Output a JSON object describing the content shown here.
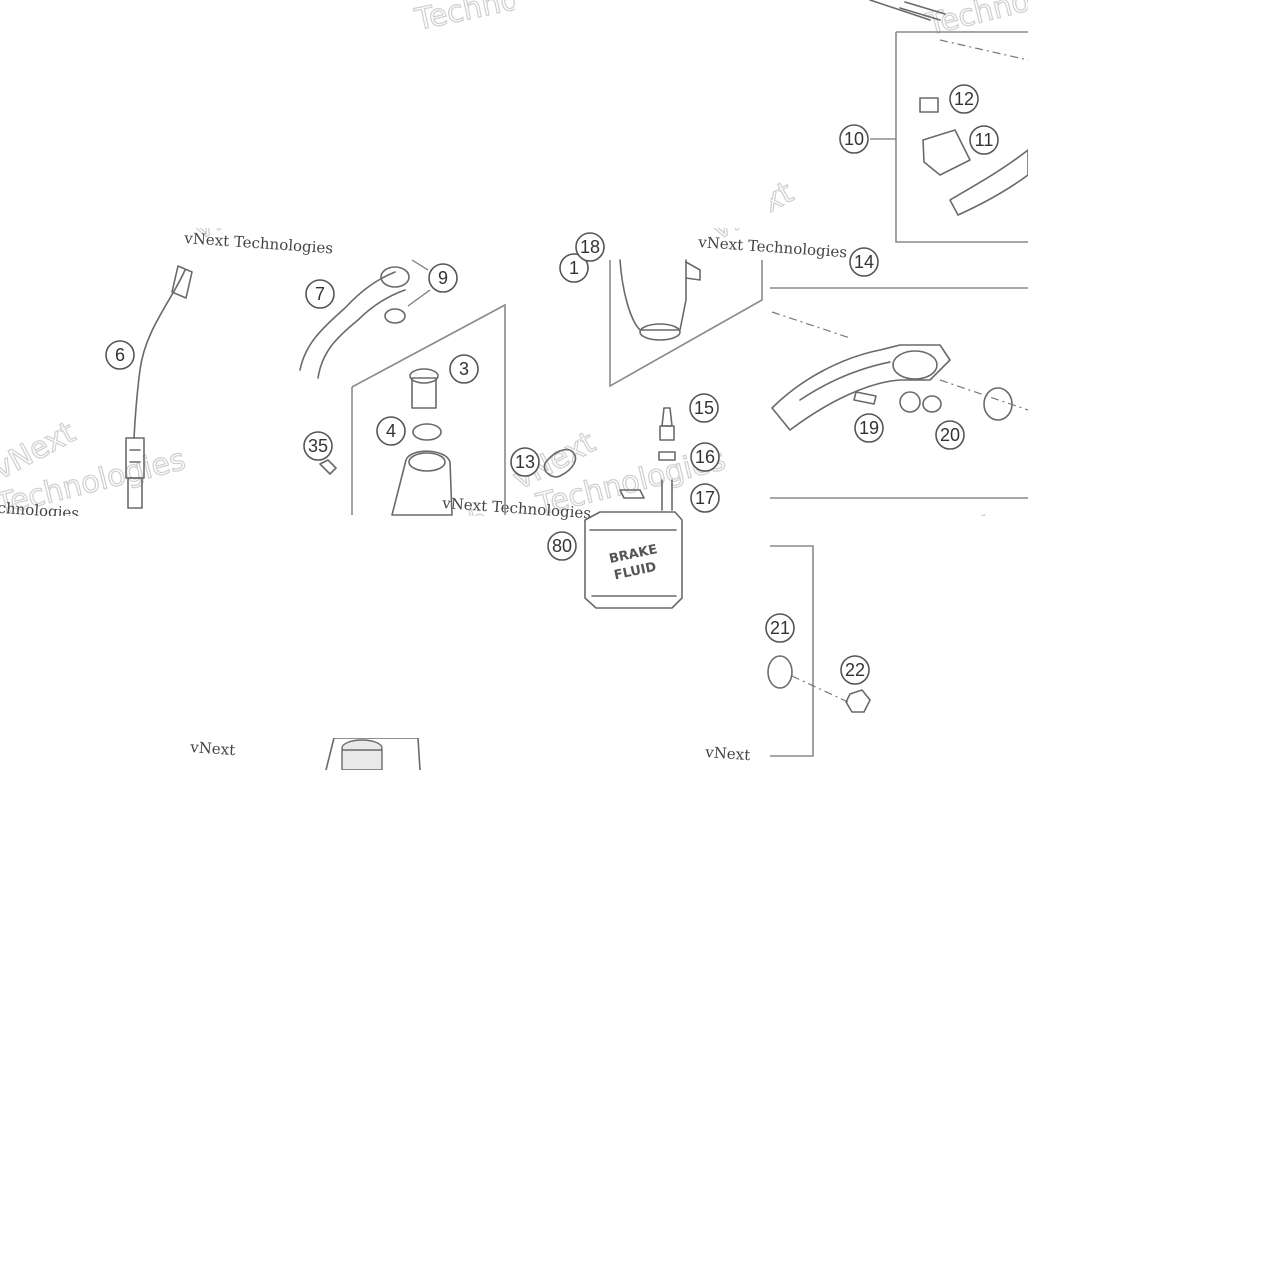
{
  "diagram": {
    "callouts": [
      "1",
      "3",
      "4",
      "6",
      "7",
      "9",
      "10",
      "11",
      "12",
      "13",
      "14",
      "15",
      "16",
      "17",
      "18",
      "19",
      "20",
      "21",
      "22",
      "35",
      "80"
    ],
    "container_label": [
      "BRAKE",
      "FLUID"
    ],
    "watermarks": {
      "brand": "vNext",
      "company": "vNext Technologies",
      "short": "Tech",
      "word": "Technologies"
    },
    "colors": {
      "line": "#6a6a6a",
      "frame": "#8a8a8a",
      "watermark": "#cfcfcf"
    }
  }
}
